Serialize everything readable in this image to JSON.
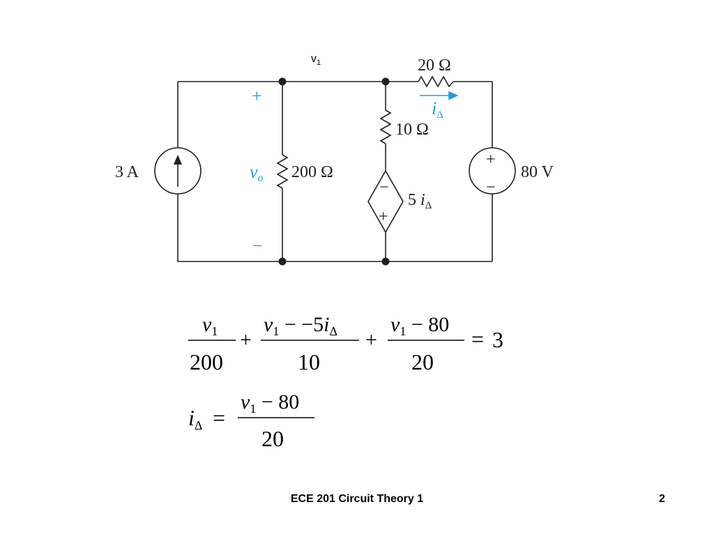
{
  "circuit": {
    "node_label": {
      "main": "v",
      "sub": "1"
    },
    "current_source": {
      "label": "3 A"
    },
    "resistor_200": {
      "label": "200 Ω"
    },
    "vo_label": {
      "main": "v",
      "sub": "o"
    },
    "vo_plus": "+",
    "vo_minus": "−",
    "resistor_10": {
      "label": "10 Ω"
    },
    "resistor_20": {
      "label": "20 Ω"
    },
    "dependent_source": {
      "coef": "5 ",
      "var": "i",
      "sub": "Δ",
      "top_sign": "−",
      "bottom_sign": "+"
    },
    "current_arrow": {
      "var": "i",
      "sub": "Δ"
    },
    "voltage_source": {
      "label": "80 V",
      "plus": "+",
      "minus": "−"
    },
    "colors": {
      "wire": "#231f20",
      "accent": "#1aa0e0"
    }
  },
  "equations": {
    "eq1": {
      "term1": {
        "num_var": "v",
        "num_sub": "1",
        "den": "200"
      },
      "op1": "+",
      "term2": {
        "num_var": "v",
        "num_sub": "1",
        "num_rest": " − −5",
        "num_var2": "i",
        "num_sub2": "Δ",
        "den": "10"
      },
      "op2": "+",
      "term3": {
        "num_var": "v",
        "num_sub": "1",
        "num_rest": " − 80",
        "den": "20"
      },
      "eq": "=",
      "rhs": "3"
    },
    "eq2": {
      "lhs_var": "i",
      "lhs_sub": "Δ",
      "eq": "=",
      "num_var": "v",
      "num_sub": "1",
      "num_rest": " − 80",
      "den": "20"
    }
  },
  "footer": {
    "title": "ECE 201 Circuit Theory 1",
    "page": "2"
  }
}
